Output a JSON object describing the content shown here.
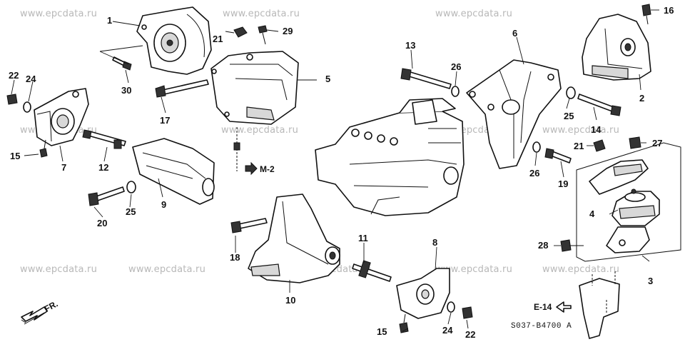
{
  "watermark": "www.epcdata.ru",
  "callouts": {
    "c1": "1",
    "c2": "2",
    "c3": "3",
    "c4": "4",
    "c5": "5",
    "c6": "6",
    "c7": "7",
    "c8": "8",
    "c9": "9",
    "c10": "10",
    "c11": "11",
    "c12": "12",
    "c13": "13",
    "c14": "14",
    "c15a": "15",
    "c15b": "15",
    "c16": "16",
    "c17": "17",
    "c18": "18",
    "c19": "19",
    "c20": "20",
    "c21a": "21",
    "c21b": "21",
    "c22a": "22",
    "c22b": "22",
    "c24a": "24",
    "c24b": "24",
    "c25a": "25",
    "c25b": "25",
    "c26a": "26",
    "c26b": "26",
    "c27": "27",
    "c28": "28",
    "c29": "29",
    "c30": "30"
  },
  "references": {
    "m2": "M-2",
    "e14": "E-14"
  },
  "direction_label": "FR.",
  "diagram_code": "S037-B4700 A"
}
